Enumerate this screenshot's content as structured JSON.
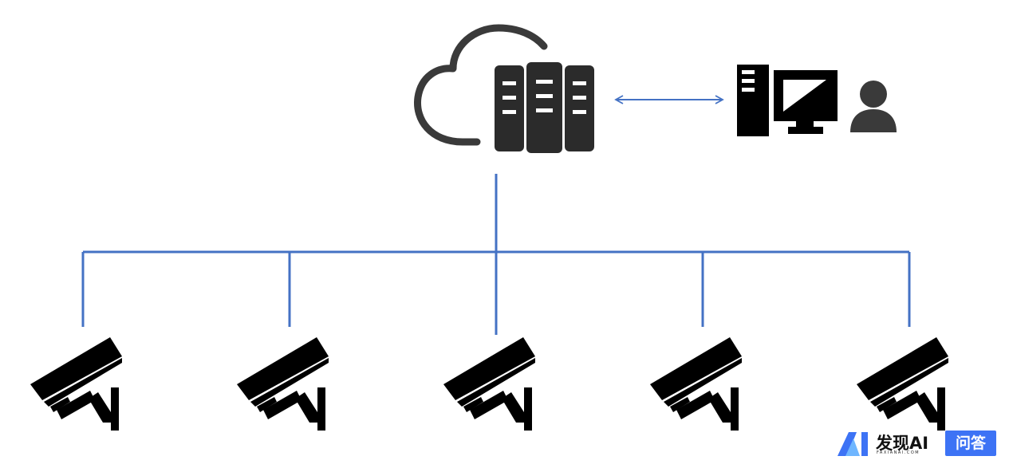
{
  "diagram": {
    "nodes": {
      "cloud_server": {
        "icon": "cloud-server-icon"
      },
      "client_workstation": {
        "icons": [
          "desktop-tower-icon",
          "monitor-icon",
          "user-icon"
        ]
      },
      "cameras": [
        {
          "icon": "cctv-camera-icon"
        },
        {
          "icon": "cctv-camera-icon"
        },
        {
          "icon": "cctv-camera-icon"
        },
        {
          "icon": "cctv-camera-icon"
        },
        {
          "icon": "cctv-camera-icon"
        }
      ]
    },
    "connections": [
      {
        "from": "cloud_server",
        "to": "client_workstation",
        "style": "bidirectional-arrow"
      },
      {
        "from": "cloud_server",
        "to": "cameras",
        "style": "tree-bus"
      }
    ],
    "colors": {
      "line": "#4472c4",
      "icon": "#000000",
      "server": "#2b2b2b",
      "cloud_outline": "#3a3a3a"
    }
  },
  "watermark": {
    "logo_text": "发现AI",
    "sub_text": "FAXIANAI.COM",
    "badge_text": "问答",
    "badge_color": "#3d73f5"
  }
}
